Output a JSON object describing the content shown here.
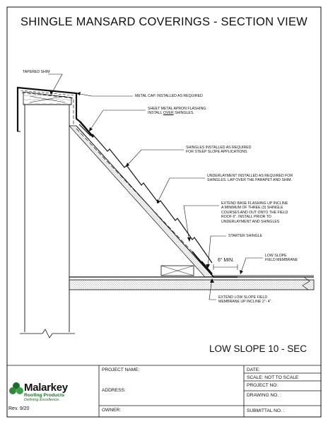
{
  "title": "SHINGLE MANSARD COVERINGS - SECTION VIEW",
  "labels": {
    "tapered_shim": "TAPERED SHIM",
    "metal_cap": "METAL CAP. INSTALLED AS REQUIRED",
    "apron_line1": "SHEET METAL APRON FLASHING:",
    "apron_line2_pre": "INSTALL ",
    "apron_line2_under": "OVER",
    "apron_line2_post": " SHINGLES.",
    "shingles_line1": "SHINGLES INSTALLED AS REQUIRED",
    "shingles_line2": "FOR STEEP SLOPE APPLICATIONS",
    "underlayment_line1": "UNDERLAYMENT INSTALLED AS REQUIRED FOR",
    "underlayment_line2": "SHINGLES. LAP OVER THE PARAPET AND SHIM.",
    "base_line1": "EXTEND BASE FLASHING UP INCLINE",
    "base_line2": "A MINIMUM OF THREE (3) SHINGLE",
    "base_line3": "COURSES AND OUT ONTO THE FIELD",
    "base_line4": "ROOF 6\". INSTALL PRIOR TO",
    "base_line5": "UNDERLAYMENT AND SHINGLES",
    "starter": "STARTER SHINGLE",
    "six_min": "6\" MIN.",
    "low_slope_line1": "LOW SLOPE",
    "low_slope_line2": "FIELD MEMBRANE",
    "extend_line1": "EXTEND LOW SLOPE FIELD",
    "extend_line2": "MEMBRANE UP INCLINE 2\"- 4\"."
  },
  "detail_name": "LOW SLOPE 10 - SEC",
  "title_block": {
    "project_name": "PROJECT NAME:",
    "address": "ADDRESS:",
    "owner": "OWNER:",
    "date": "DATE:",
    "scale": "SCALE:  NOT TO SCALE",
    "project_no": "PROJECT NO:",
    "drawing_no": "DRAWING NO. :",
    "submittal_no": "SUBMITTAL NO. :"
  },
  "logo": {
    "name": "Malarkey",
    "sub": "Roofing Products",
    "tagline": "Defining Excellence.",
    "icon": "clover-leaf-icon"
  },
  "revision": "Rev. 9/20",
  "colors": {
    "line": "#111111",
    "hatch": "#555555",
    "logo_green": "#1f6b2a"
  }
}
